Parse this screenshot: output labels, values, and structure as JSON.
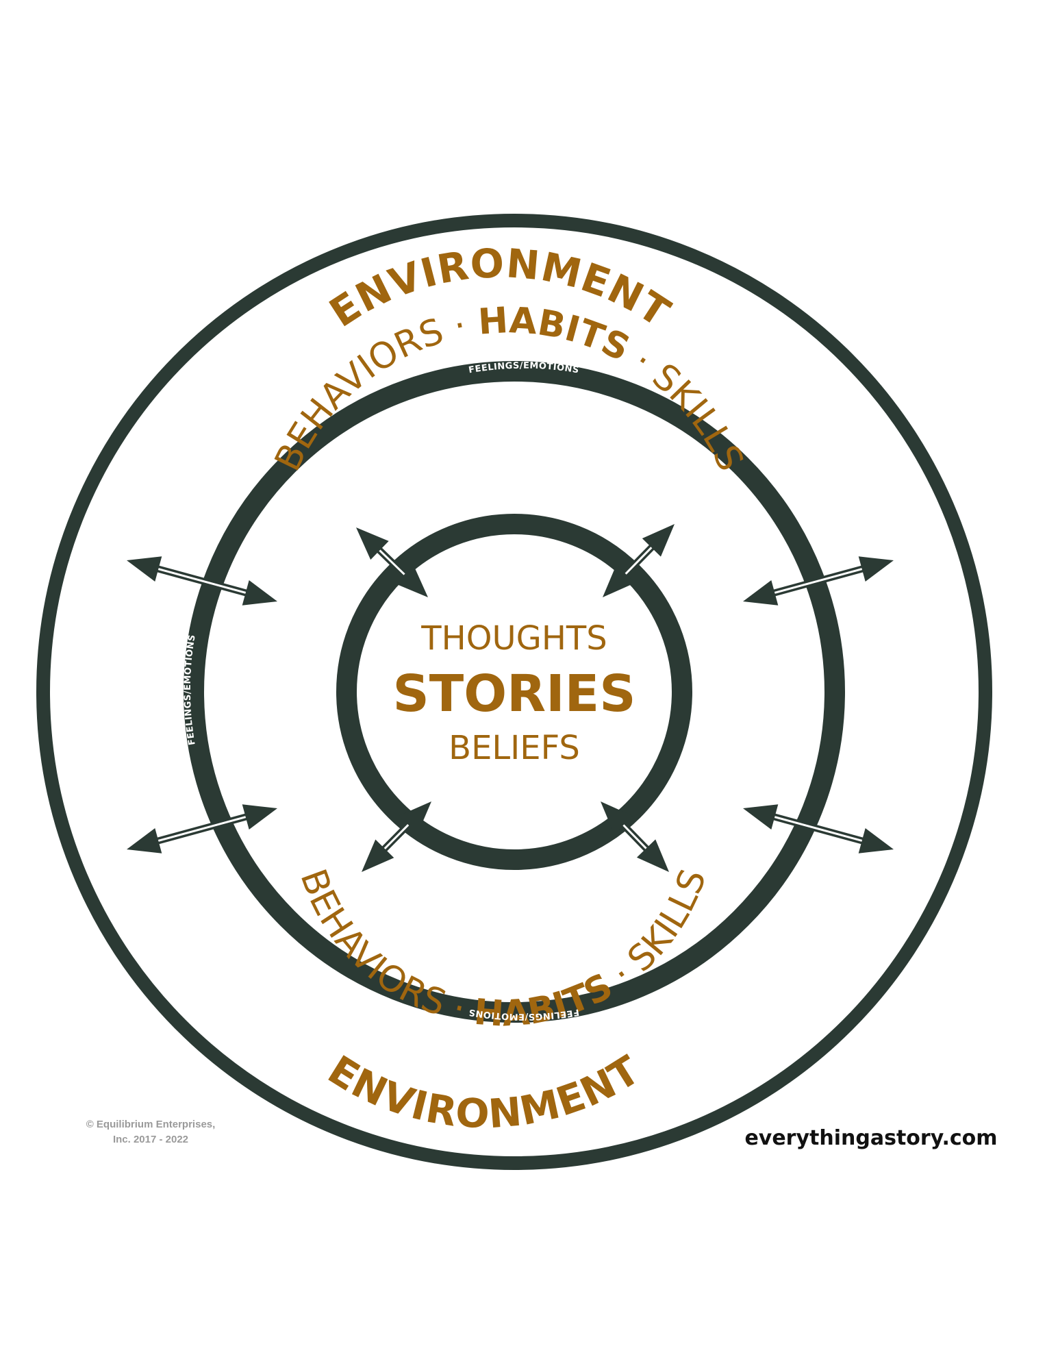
{
  "colors": {
    "ring": "#2b3a34",
    "accent": "#a0660f",
    "band_text": "#ffffff",
    "copyright": "#9a9a9a",
    "site": "#111111",
    "background": "#ffffff"
  },
  "diagram": {
    "environment_top": "ENVIRONMENT",
    "environment_bottom": "ENVIRONMENT",
    "middle_top": {
      "behaviors": "BEHAVIORS",
      "sep1": " · ",
      "habits": "HABITS",
      "sep2": " · ",
      "skills": "SKILLS"
    },
    "middle_bottom": {
      "behaviors": "BEHAVIORS",
      "sep1": " · ",
      "habits": "HABITS",
      "sep2": " · ",
      "skills": "SKILLS"
    },
    "band_label": "FEELINGS/EMOTIONS",
    "center": {
      "thoughts": "THOUGHTS",
      "stories": "STORIES",
      "beliefs": "BELIEFS"
    }
  },
  "footer": {
    "copyright_line1": "© Equilibrium Enterprises,",
    "copyright_line2": "Inc. 2017 - 2022",
    "site": "everythingastory.com"
  }
}
